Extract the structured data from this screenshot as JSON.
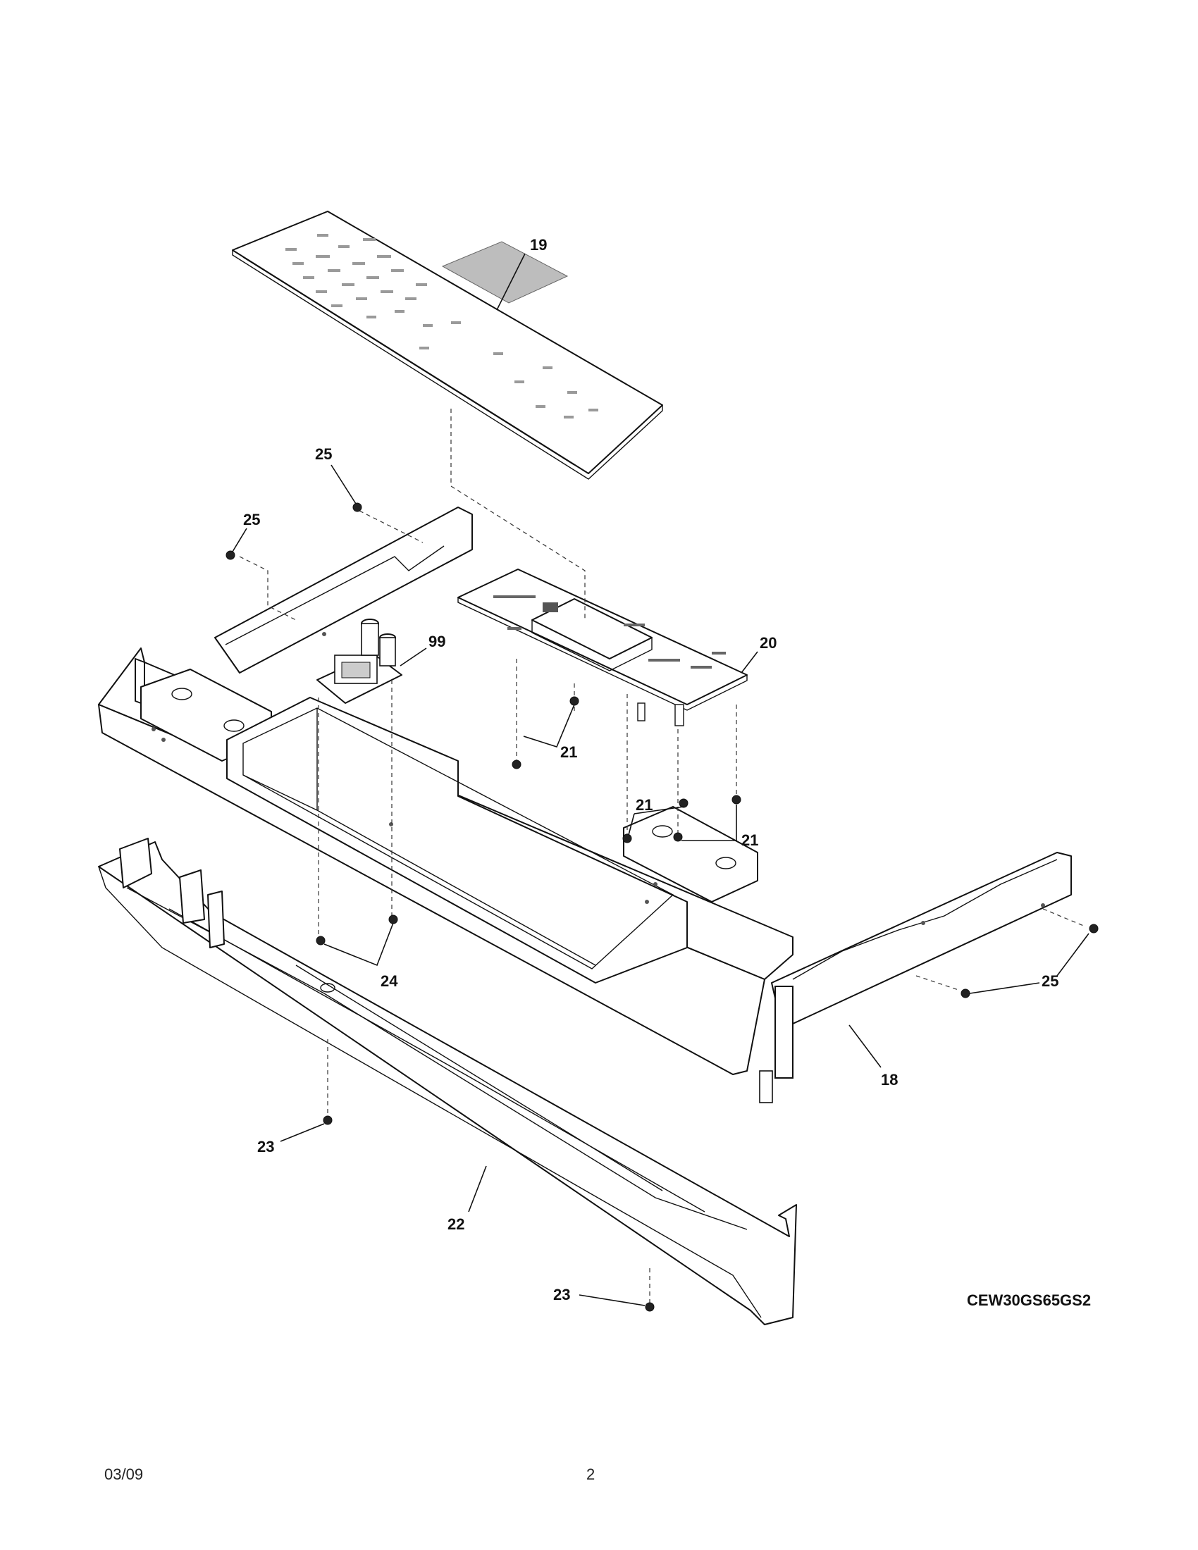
{
  "callouts": {
    "c19": "19",
    "c25a": "25",
    "c25b": "25",
    "c99": "99",
    "c20": "20",
    "c21a": "21",
    "c21b": "21",
    "c21c": "21",
    "c24": "24",
    "c25c": "25",
    "c18": "18",
    "c23a": "23",
    "c22": "22",
    "c23b": "23"
  },
  "model_number": "CEW30GS65GS2",
  "footer": {
    "date": "03/09",
    "page": "2"
  }
}
